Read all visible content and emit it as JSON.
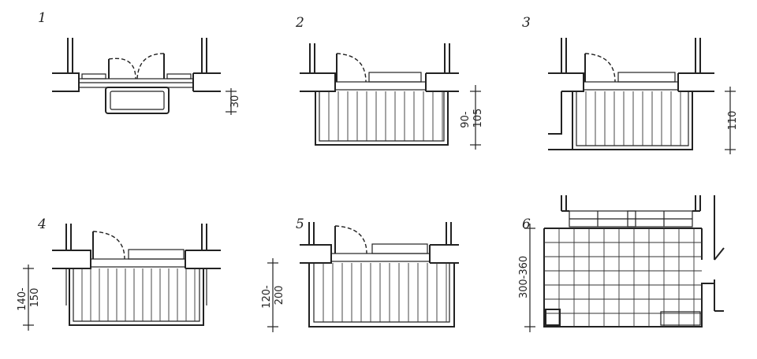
{
  "figures": [
    {
      "number": "1",
      "dimension": "30"
    },
    {
      "number": "2",
      "dimension": "90-\n105"
    },
    {
      "number": "3",
      "dimension": "110"
    },
    {
      "number": "4",
      "dimension": "140-\n150"
    },
    {
      "number": "5",
      "dimension": "120-\n200"
    },
    {
      "number": "6",
      "dimension": "300-360"
    }
  ]
}
